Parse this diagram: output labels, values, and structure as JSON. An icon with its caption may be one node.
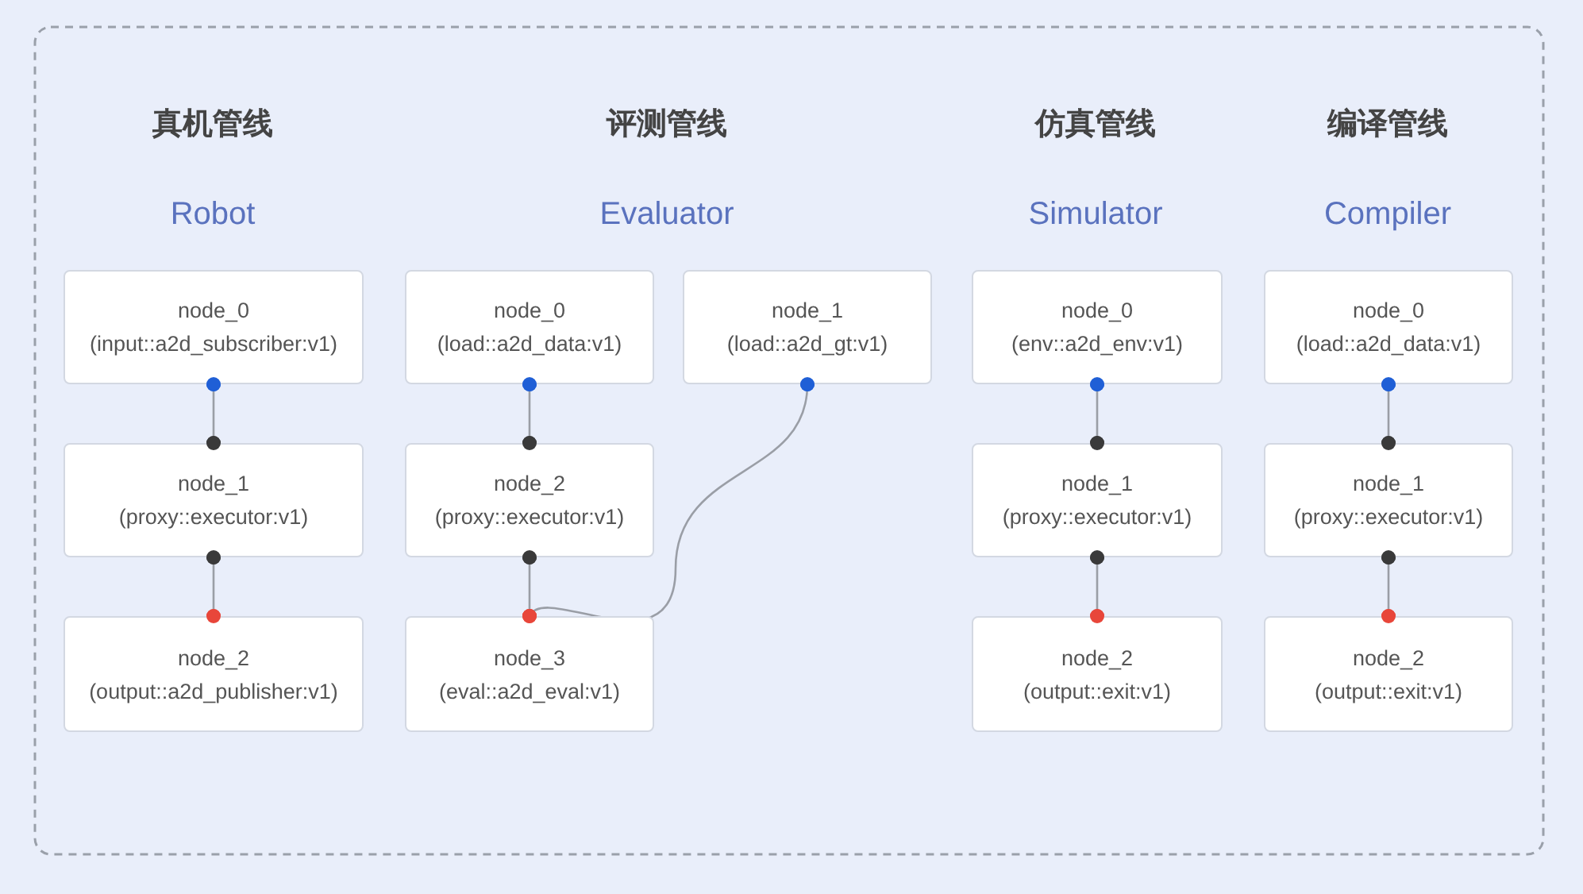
{
  "diagram": {
    "nodes": [
      {
        "text": [
          "node_0",
          "(input::a2d_subscriber:v1)"
        ]
      },
      {
        "text": [
          "node_1",
          "(proxy::executor:v1)"
        ]
      },
      {
        "text": [
          "node_2",
          "(output::a2d_publisher:v1)"
        ]
      },
      {
        "text": [
          "node_0",
          "(load::a2d_data:v1)"
        ]
      },
      {
        "text": [
          "node_1",
          "(load::a2d_gt:v1)"
        ]
      },
      {
        "text": [
          "node_2",
          "(proxy::executor:v1)"
        ]
      },
      {
        "text": [
          "node_3",
          "(eval::a2d_eval:v1)"
        ]
      },
      {
        "text": [
          "node_0",
          "(env::a2d_env:v1)"
        ]
      },
      {
        "text": [
          "node_1",
          "(proxy::executor:v1)"
        ]
      },
      {
        "text": [
          "node_2",
          "(output::exit:v1)"
        ]
      },
      {
        "text": [
          "node_0",
          "(load::a2d_data:v1)"
        ]
      },
      {
        "text": [
          "node_1",
          "(proxy::executor:v1)"
        ]
      },
      {
        "text": [
          "node_2",
          "(output::exit:v1)"
        ]
      }
    ],
    "edges": [
      {
        "from": 0,
        "to": 1,
        "arrow": "other"
      },
      {
        "from": 1,
        "to": 2,
        "arrow": "other"
      },
      {
        "from": 3,
        "to": 5,
        "arrow": "other"
      },
      {
        "from": 5,
        "to": 6,
        "arrow": "other"
      },
      {
        "from": 4,
        "to": 6,
        "arrow": "other"
      },
      {
        "from": 7,
        "to": 8,
        "arrow": "other"
      },
      {
        "from": 8,
        "to": 9,
        "arrow": "other"
      },
      {
        "from": 10,
        "to": 11,
        "arrow": "other"
      },
      {
        "from": 11,
        "to": 12,
        "arrow": "other"
      }
    ],
    "labels": [
      "真机管线",
      "评测管线",
      "仿真管线",
      "编译管线",
      "Robot",
      "Evaluator",
      "Simulator",
      "Compiler"
    ]
  }
}
